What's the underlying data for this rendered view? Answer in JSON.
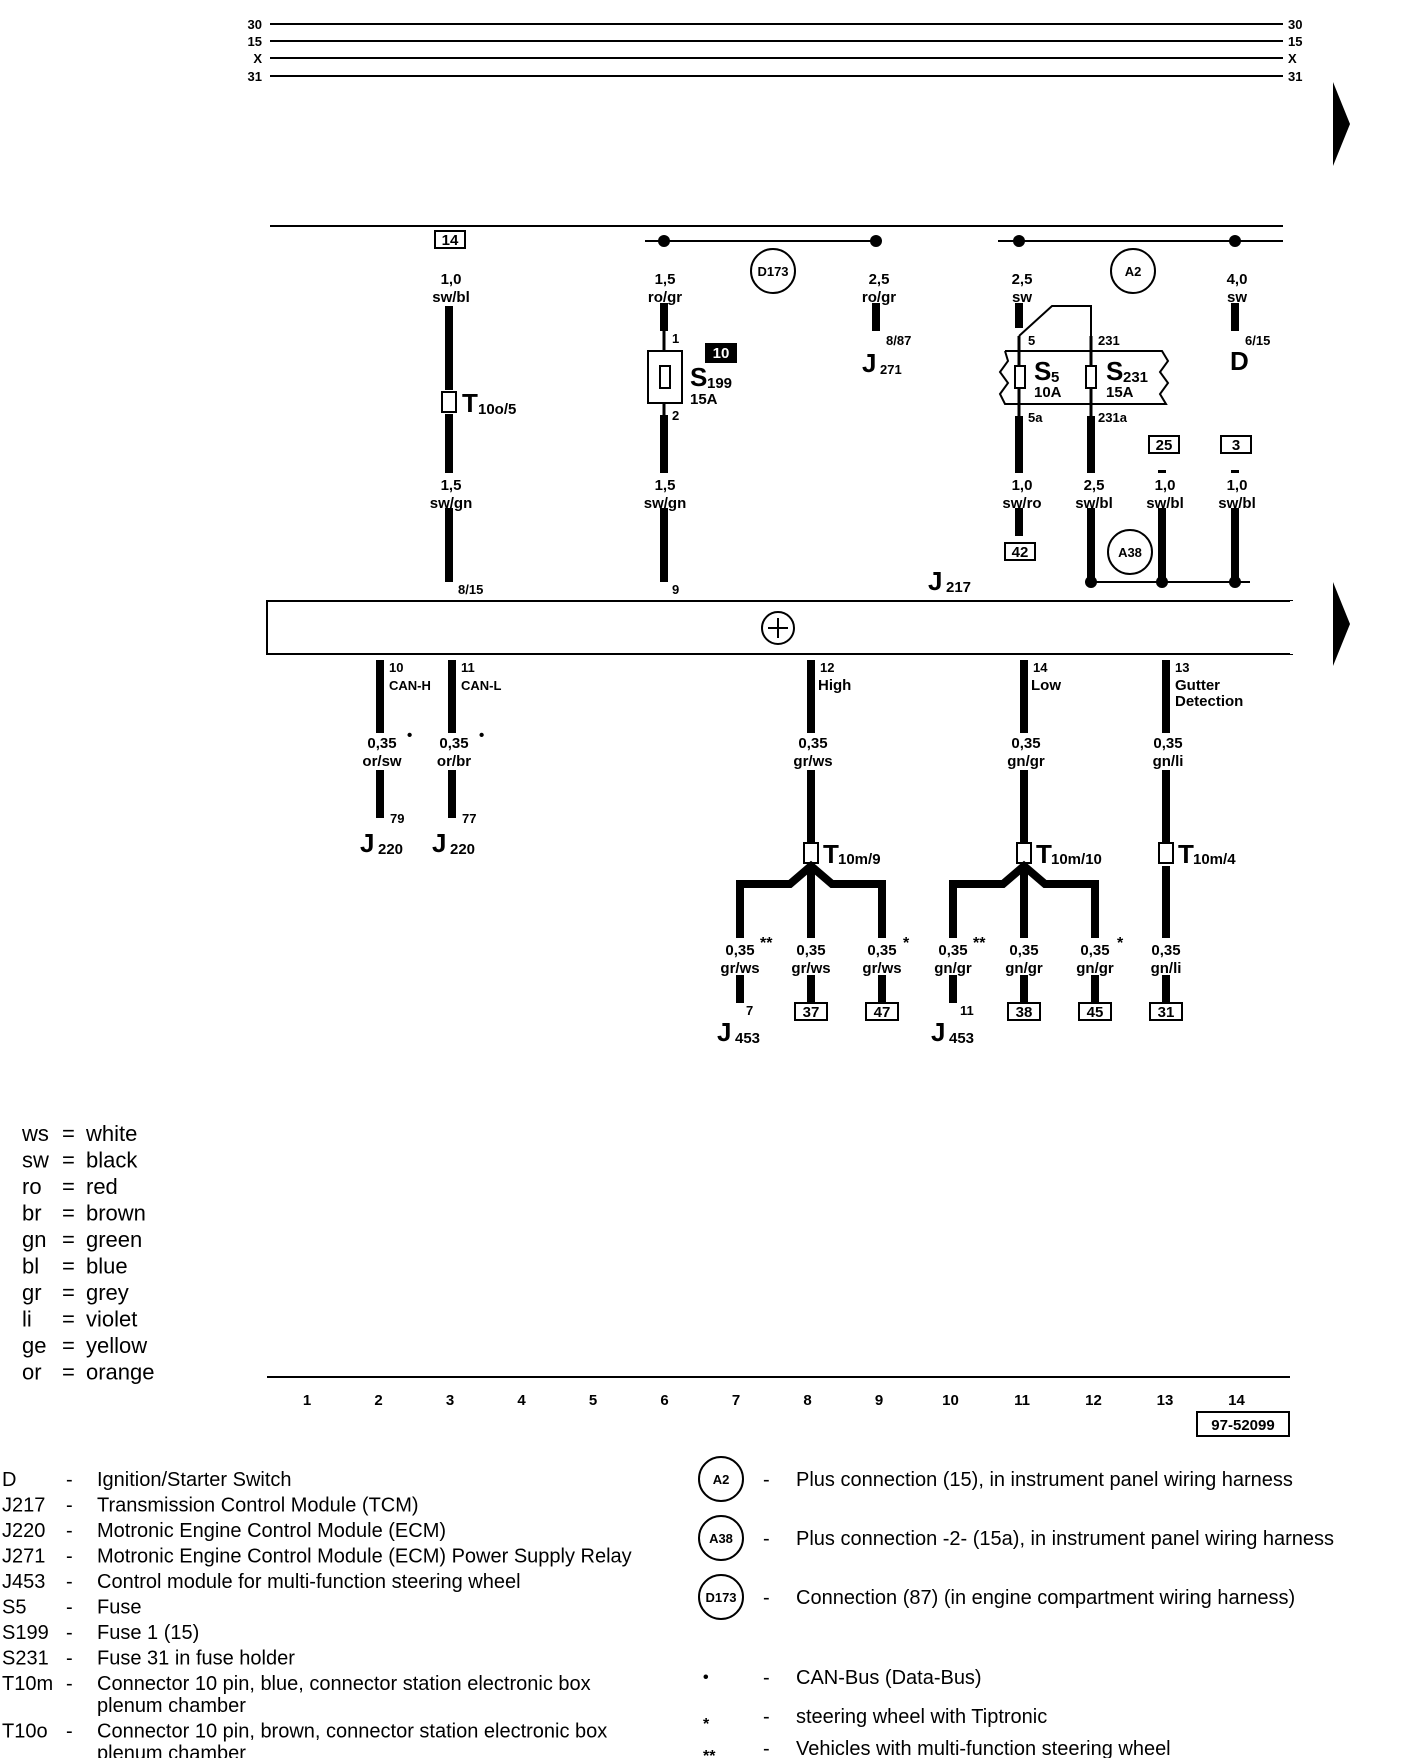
{
  "rails": [
    "30",
    "15",
    "X",
    "31"
  ],
  "top_grounds": [
    {
      "gauge": "1,0",
      "color": "sw/bl",
      "ref": "14"
    },
    {
      "gauge": "1,5",
      "color": "ro/gr"
    },
    {
      "gauge": "2,5",
      "color": "ro/gr",
      "pin": "8/87",
      "comp": "J",
      "sub": "271"
    },
    {
      "gauge": "2,5",
      "color": "sw"
    },
    {
      "gauge": "4,0",
      "color": "sw",
      "pin": "6/15",
      "comp": "D"
    }
  ],
  "connections": {
    "d173": "D173",
    "a2": "A2",
    "a38": "A38"
  },
  "fuses": {
    "s199": {
      "name": "S",
      "sub": "199",
      "rating": "15A",
      "in": "1",
      "out": "2",
      "ref": "10"
    },
    "s5": {
      "name": "S",
      "sub": "5",
      "rating": "10A",
      "in": "5",
      "out": "5a"
    },
    "s231": {
      "name": "S",
      "sub": "231",
      "rating": "15A",
      "in": "231",
      "out": "231a"
    }
  },
  "connector_t10o": {
    "name": "T",
    "sub": "10o/5"
  },
  "mid_wires": [
    {
      "gauge": "1,5",
      "color": "sw/gn",
      "pin": "8/15"
    },
    {
      "gauge": "1,5",
      "color": "sw/gn",
      "pin": "9"
    },
    {
      "gauge": "1,0",
      "color": "sw/ro",
      "ref": "42"
    },
    {
      "gauge": "2,5",
      "color": "sw/bl"
    },
    {
      "gauge": "1,0",
      "color": "sw/bl",
      "ref": "25"
    },
    {
      "gauge": "1,0",
      "color": "sw/bl",
      "ref": "3"
    }
  ],
  "module": {
    "name": "J",
    "sub": "217",
    "symbol": "⊗"
  },
  "outputs": [
    {
      "pin": "10",
      "label": "CAN-H",
      "gauge": "0,35",
      "color": "or/sw",
      "endpin": "79",
      "comp": "J",
      "sub": "220",
      "mark": "•"
    },
    {
      "pin": "11",
      "label": "CAN-L",
      "gauge": "0,35",
      "color": "or/br",
      "endpin": "77",
      "comp": "J",
      "sub": "220",
      "mark": "•"
    },
    {
      "pin": "12",
      "label": "High",
      "gauge": "0,35",
      "color": "gr/ws",
      "conn": "10m/9"
    },
    {
      "pin": "14",
      "label": "Low",
      "gauge": "0,35",
      "color": "gn/gr",
      "conn": "10m/10"
    },
    {
      "pin": "13",
      "label": "Gutter",
      "label2": "Detection",
      "gauge": "0,35",
      "color": "gn/li",
      "conn": "10m/4"
    }
  ],
  "branches": [
    {
      "gauge": "0,35",
      "color": "gr/ws",
      "mark": "**",
      "endpin": "7",
      "comp": "J",
      "sub": "453"
    },
    {
      "gauge": "0,35",
      "color": "gr/ws",
      "ref": "37"
    },
    {
      "gauge": "0,35",
      "color": "gr/ws",
      "mark": "*",
      "ref": "47"
    },
    {
      "gauge": "0,35",
      "color": "gn/gr",
      "mark": "**",
      "endpin": "11",
      "comp": "J",
      "sub": "453"
    },
    {
      "gauge": "0,35",
      "color": "gn/gr",
      "ref": "38"
    },
    {
      "gauge": "0,35",
      "color": "gn/gr",
      "mark": "*",
      "ref": "45"
    },
    {
      "gauge": "0,35",
      "color": "gn/li",
      "ref": "31"
    }
  ],
  "color_legend": [
    {
      "code": "ws",
      "name": "white"
    },
    {
      "code": "sw",
      "name": "black"
    },
    {
      "code": "ro",
      "name": "red"
    },
    {
      "code": "br",
      "name": "brown"
    },
    {
      "code": "gn",
      "name": "green"
    },
    {
      "code": "bl",
      "name": "blue"
    },
    {
      "code": "gr",
      "name": "grey"
    },
    {
      "code": "li",
      "name": "violet"
    },
    {
      "code": "ge",
      "name": "yellow"
    },
    {
      "code": "or",
      "name": "orange"
    }
  ],
  "tracks": [
    "1",
    "2",
    "3",
    "4",
    "5",
    "6",
    "7",
    "8",
    "9",
    "10",
    "11",
    "12",
    "13",
    "14"
  ],
  "doc_number": "97-52099",
  "components": [
    {
      "code": "D",
      "desc": "Ignition/Starter Switch"
    },
    {
      "code": "J217",
      "desc": "Transmission Control Module (TCM)"
    },
    {
      "code": "J220",
      "desc": "Motronic Engine Control Module (ECM)"
    },
    {
      "code": "J271",
      "desc": "Motronic Engine Control Module (ECM) Power Supply Relay"
    },
    {
      "code": "J453",
      "desc": "Control module for multi-function steering wheel"
    },
    {
      "code": "S5",
      "desc": "Fuse"
    },
    {
      "code": "S199",
      "desc": "Fuse 1 (15)"
    },
    {
      "code": "S231",
      "desc": "Fuse 31 in fuse holder"
    },
    {
      "code": "T10m",
      "desc": "Connector 10 pin, blue, connector station electronic box",
      "desc2": "plenum chamber"
    },
    {
      "code": "T10o",
      "desc": "Connector 10 pin, brown, connector station electronic box",
      "desc2": "plenum chamber"
    }
  ],
  "symbols": [
    {
      "symbol": "A2",
      "desc": "Plus connection (15), in instrument panel wiring harness"
    },
    {
      "symbol": "A38",
      "desc": "Plus connection -2- (15a), in instrument panel wiring harness"
    },
    {
      "symbol": "D173",
      "desc": "Connection (87) (in engine compartment wiring harness)"
    },
    {
      "symbol": "•",
      "desc": "CAN-Bus (Data-Bus)"
    },
    {
      "symbol": "*",
      "desc": "steering wheel with Tiptronic"
    },
    {
      "symbol": "**",
      "desc": "Vehicles with multi-function steering wheel"
    }
  ],
  "dash": "-",
  "equals": "="
}
